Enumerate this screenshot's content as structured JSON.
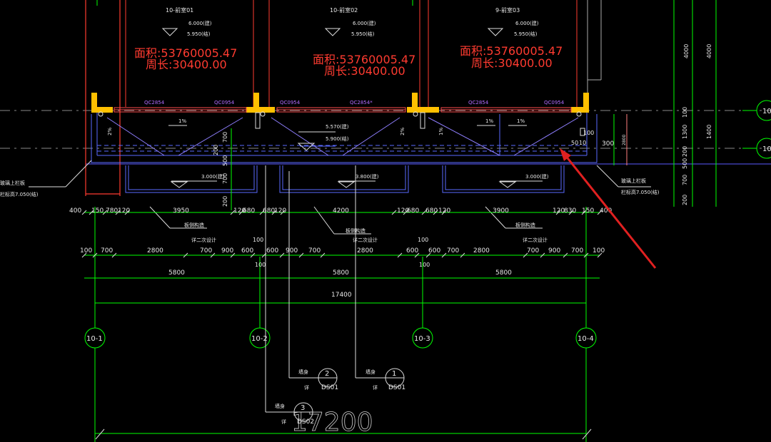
{
  "rooms": [
    {
      "name": "10-前室01",
      "level_top": "6.000(建)",
      "level_bottom": "5.950(结)",
      "area": "面积:53760005.47",
      "perimeter": "周长:30400.00"
    },
    {
      "name": "10-前室02",
      "level_top": "6.000(建)",
      "level_bottom": "5.950(结)",
      "area": "面积:53760005.47",
      "perimeter": "周长:30400.00"
    },
    {
      "name": "9-前室03",
      "level_top": "6.000(建)",
      "level_bottom": "5.950(结)",
      "area": "面积:53760005.47",
      "perimeter": "周长:30400.00"
    }
  ],
  "window_tags": [
    "QC2854",
    "QC0954",
    "QC0954",
    "QC2854*",
    "QC2854",
    "QC0954"
  ],
  "slopes": [
    "1%",
    "2%",
    "1%",
    "2%",
    "1%",
    "1%"
  ],
  "balcony_levels": {
    "top": "5.570(建)",
    "bottom": "5.900(结)"
  },
  "lower_levels": [
    "3.000(建)",
    "3.800(建)",
    "3.000(建)"
  ],
  "railing_left": {
    "line1": "玻璃上栏板",
    "line2": "栏标高7.050(结)"
  },
  "railing_right": {
    "line1": "玻璃上栏板",
    "line2": "栏标高7.050(结)"
  },
  "notes": [
    {
      "l1": "板侧构造",
      "l2": "详二次设计"
    },
    {
      "l1": "板侧构造",
      "l2": "详二次设计"
    },
    {
      "l1": "板侧构造",
      "l2": "详二次设计"
    }
  ],
  "dim_row1": [
    "400",
    "150",
    "780",
    "120",
    "3950",
    "120",
    "680",
    "680",
    "120",
    "4200",
    "120",
    "680",
    "680",
    "120",
    "3900",
    "120",
    "830",
    "150",
    "400"
  ],
  "dim_row2": [
    "100",
    "700",
    "2800",
    "700",
    "900",
    "600",
    "600",
    "900",
    "700",
    "2800",
    "600",
    "600",
    "700",
    "2800",
    "700",
    "900",
    "700",
    "100"
  ],
  "dim_row2_extra": [
    "100",
    "100",
    "100",
    "100"
  ],
  "dim_row3": [
    "5800",
    "5800",
    "5800"
  ],
  "dim_total": "17400",
  "dim_big": "17200",
  "dim_right_inner": [
    "100",
    "1300",
    "200",
    "500",
    "700",
    "200"
  ],
  "dim_right_outer": [
    "4000",
    "4000",
    "1400"
  ],
  "dim_mid_vertical": [
    "700",
    "500",
    "200",
    "700",
    "200"
  ],
  "dim_misc": {
    "d501": "50",
    "d10": "10",
    "d300": "300",
    "d100": "100",
    "d2800": "2800"
  },
  "axes": [
    "10-1",
    "10-2",
    "10-3",
    "10-4"
  ],
  "right_axes": [
    "10",
    "10"
  ],
  "detail_callouts": [
    {
      "label": "墙身",
      "num": "2",
      "sheet": "DS01",
      "prefix": "详"
    },
    {
      "label": "墙身",
      "num": "1",
      "sheet": "DS01",
      "prefix": "详"
    },
    {
      "label": "墙身",
      "num": "3",
      "sheet": "DS02",
      "prefix": "详"
    }
  ],
  "colors": {
    "background": "#000000",
    "wall": "#ffc000",
    "window": "#ff4d4d",
    "dim_line": "#00ff00",
    "annotation": "#e8e8e8",
    "area_text": "#ff3b30",
    "slab": "#4060ff",
    "arrow": "#e02020"
  }
}
